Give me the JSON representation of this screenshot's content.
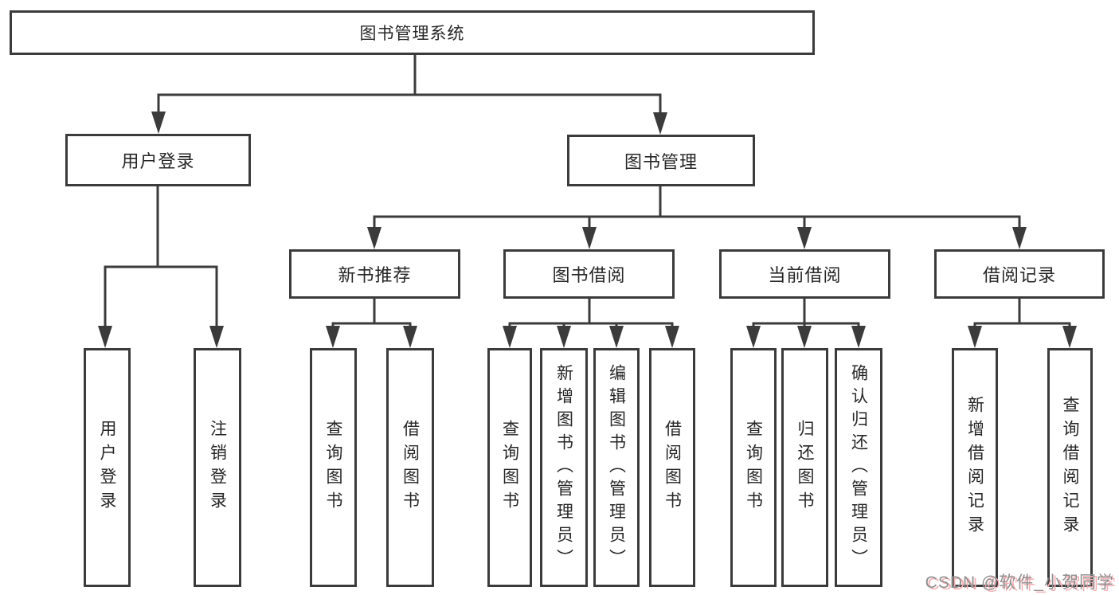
{
  "diagram": {
    "root": "图书管理系统",
    "branches": {
      "user_login": {
        "label": "用户登录",
        "children": [
          "用户登录",
          "注销登录"
        ]
      },
      "book_mgmt": {
        "label": "图书管理",
        "children": {
          "new_book_rec": {
            "label": "新书推荐",
            "children": [
              "查询图书",
              "借阅图书"
            ]
          },
          "book_borrow": {
            "label": "图书借阅",
            "children": [
              "查询图书",
              "新增图书（管理员）",
              "编辑图书（管理员）",
              "借阅图书"
            ]
          },
          "current_borrow": {
            "label": "当前借阅",
            "children": [
              "查询图书",
              "归还图书",
              "确认归还（管理员）"
            ]
          },
          "borrow_records": {
            "label": "借阅记录",
            "children": [
              "新增借阅记录",
              "查询借阅记录"
            ]
          }
        }
      }
    }
  },
  "watermark": {
    "text": "CSDN @软件_小贺同学"
  },
  "colors": {
    "line": "#3b3b3b",
    "text": "#262626",
    "background": "#ffffff",
    "watermark_gray": "#8f8f8f",
    "watermark_pink": "#f5afb4"
  }
}
